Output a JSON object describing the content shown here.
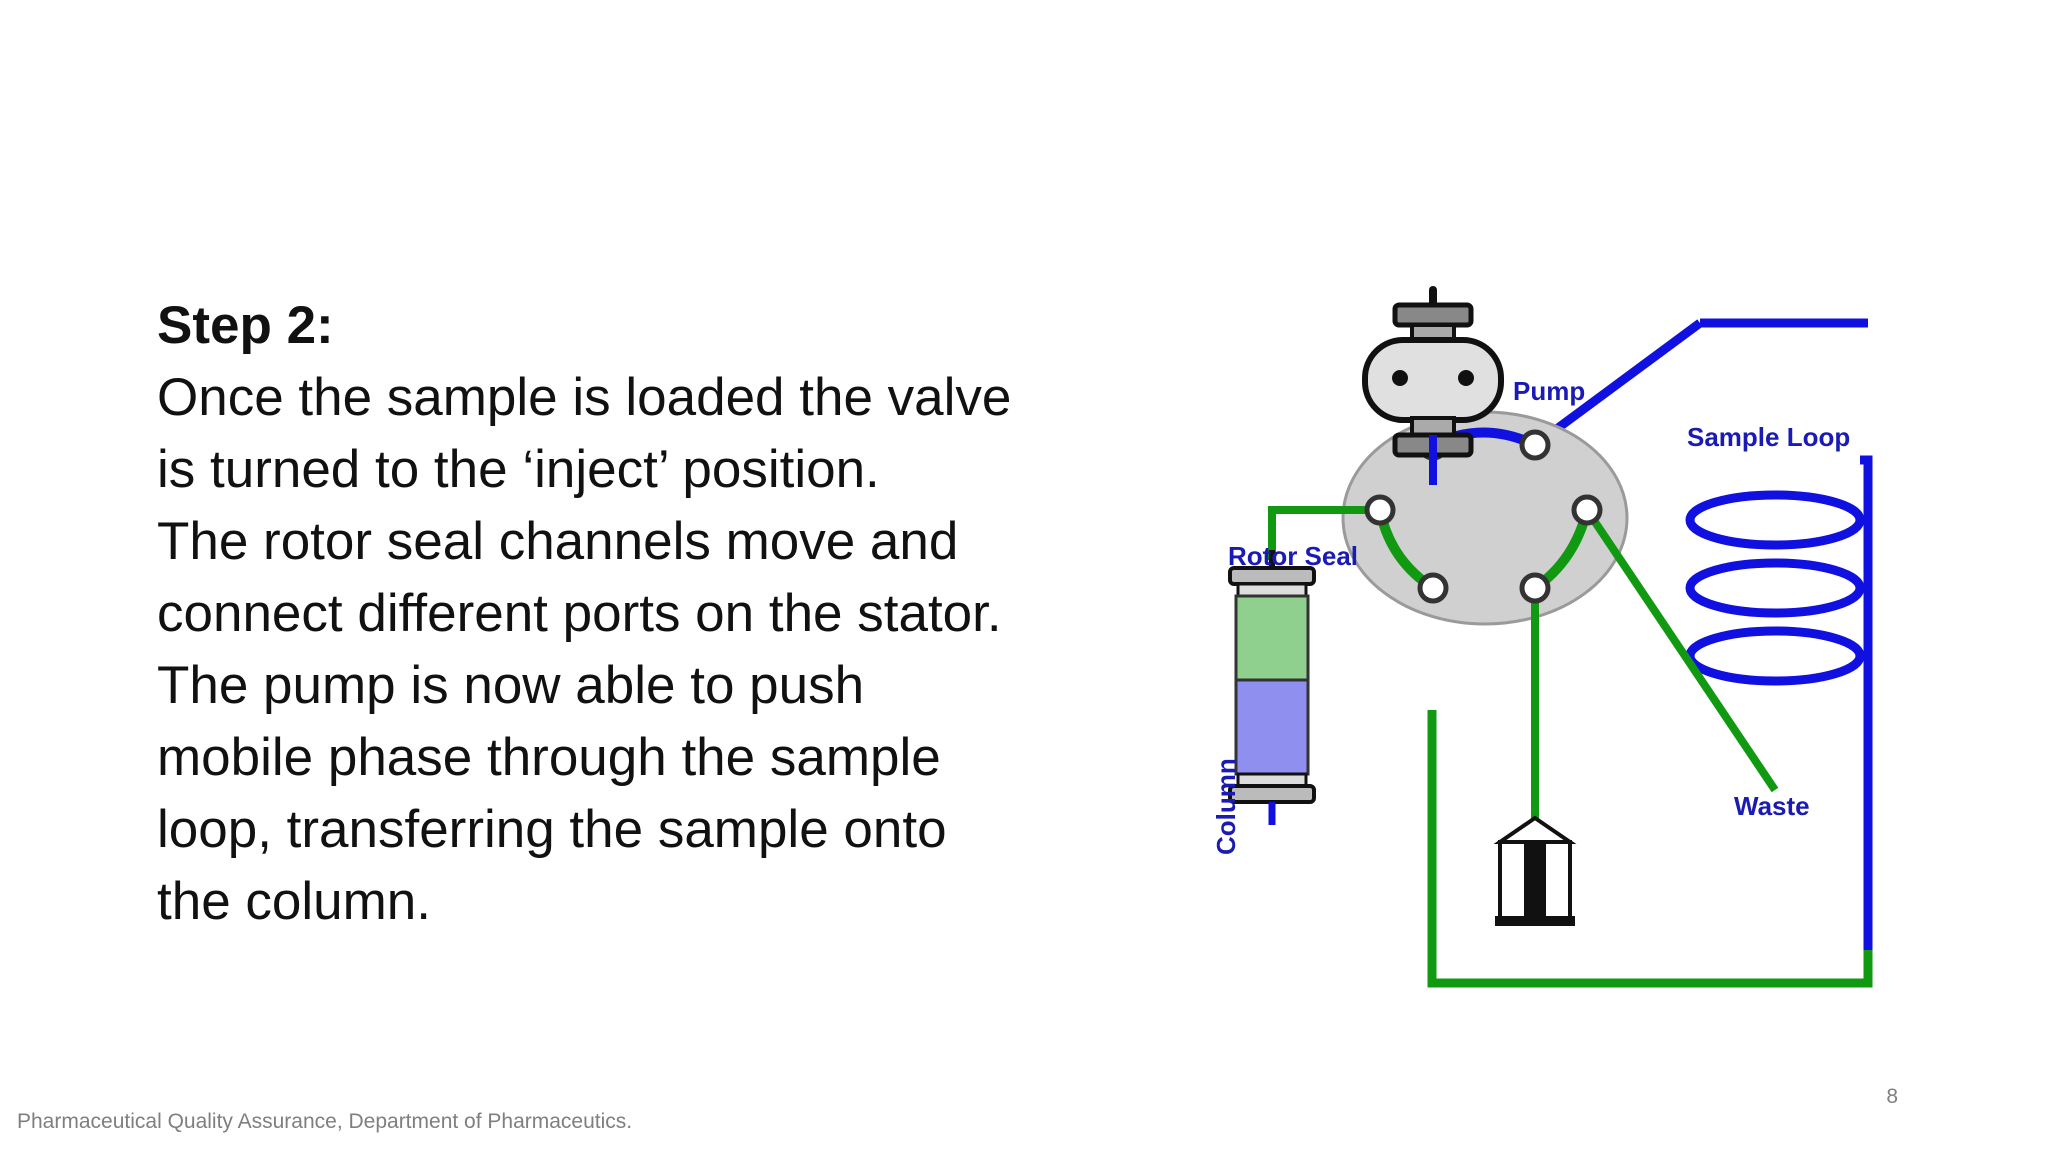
{
  "slide": {
    "heading": "Step 2:",
    "paragraph1": "Once the sample is loaded the valve is turned to the ‘inject’ position.",
    "paragraph2": "The rotor seal channels move and connect different ports on the stator. The pump is now able to push mobile phase through the sample loop, transferring the sample onto the column.",
    "footer": "Pharmaceutical Quality Assurance, Department of Pharmaceutics.",
    "page_number": "8"
  },
  "diagram": {
    "labels": {
      "pump": "Pump",
      "sample_loop": "Sample Loop",
      "rotor_seal": "Rotor Seal",
      "column": "Column",
      "waste": "Waste"
    },
    "colors": {
      "mobile_phase_line": "#1010e0",
      "sample_line": "#119911",
      "label": "#1a1ab4",
      "rotor": "#d0d0d0",
      "column_top": "#8fd08f",
      "column_bottom": "#8f8ff0"
    }
  }
}
